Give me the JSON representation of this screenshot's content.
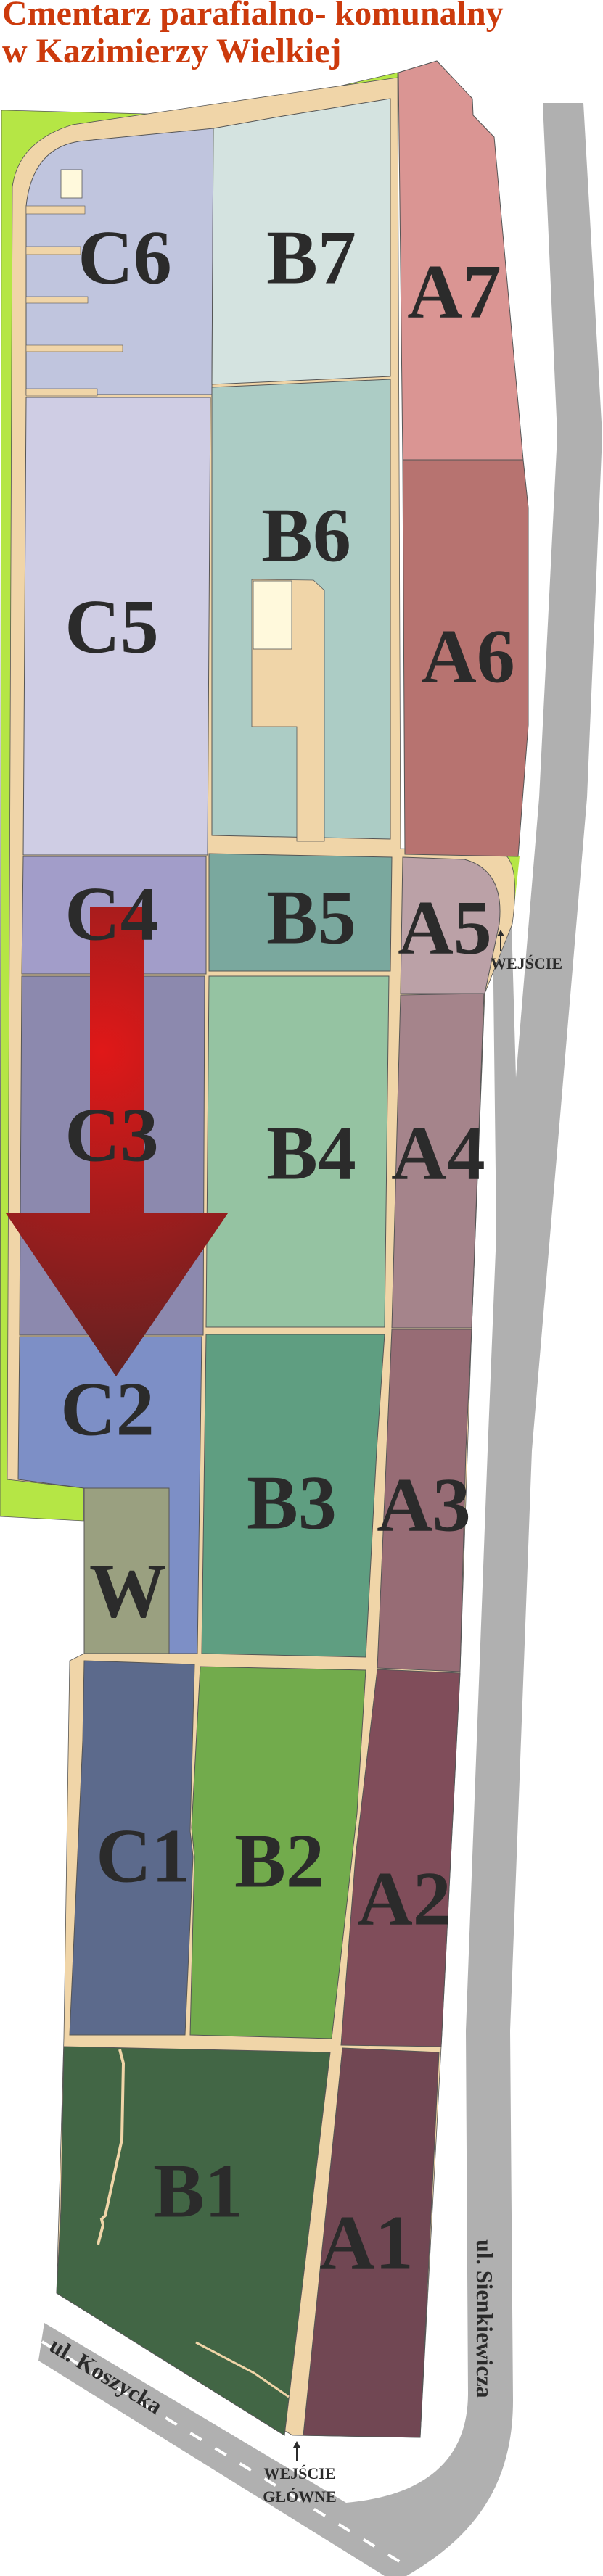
{
  "title": {
    "line1": "Cmentarz parafialno- komunalny",
    "line2": "w Kazimierzy Wielkiej"
  },
  "sections": {
    "C6": "C6",
    "B7": "B7",
    "A7": "A7",
    "C5": "C5",
    "B6": "B6",
    "A6": "A6",
    "C4": "C4",
    "B5": "B5",
    "A5": "A5",
    "C3": "C3",
    "B4": "B4",
    "A4": "A4",
    "C2": "C2",
    "B3": "B3",
    "A3": "A3",
    "W": "W",
    "C1": "C1",
    "B2": "B2",
    "A2": "A2",
    "B1": "B1",
    "A1": "A1"
  },
  "entrances": {
    "side": "WEJŚCIE",
    "main_line1": "WEJŚCIE",
    "main_line2": "GŁÓWNE"
  },
  "streets": {
    "koszycka": "ul. Koszycka",
    "sienkiewicza": "ul. Sienkiewicza"
  },
  "colors": {
    "title": "#cc3a0c",
    "path": "#f0d5a8",
    "grass": "#b5e645",
    "road": "#b0b0b0",
    "arrow": "#d81a1a"
  }
}
